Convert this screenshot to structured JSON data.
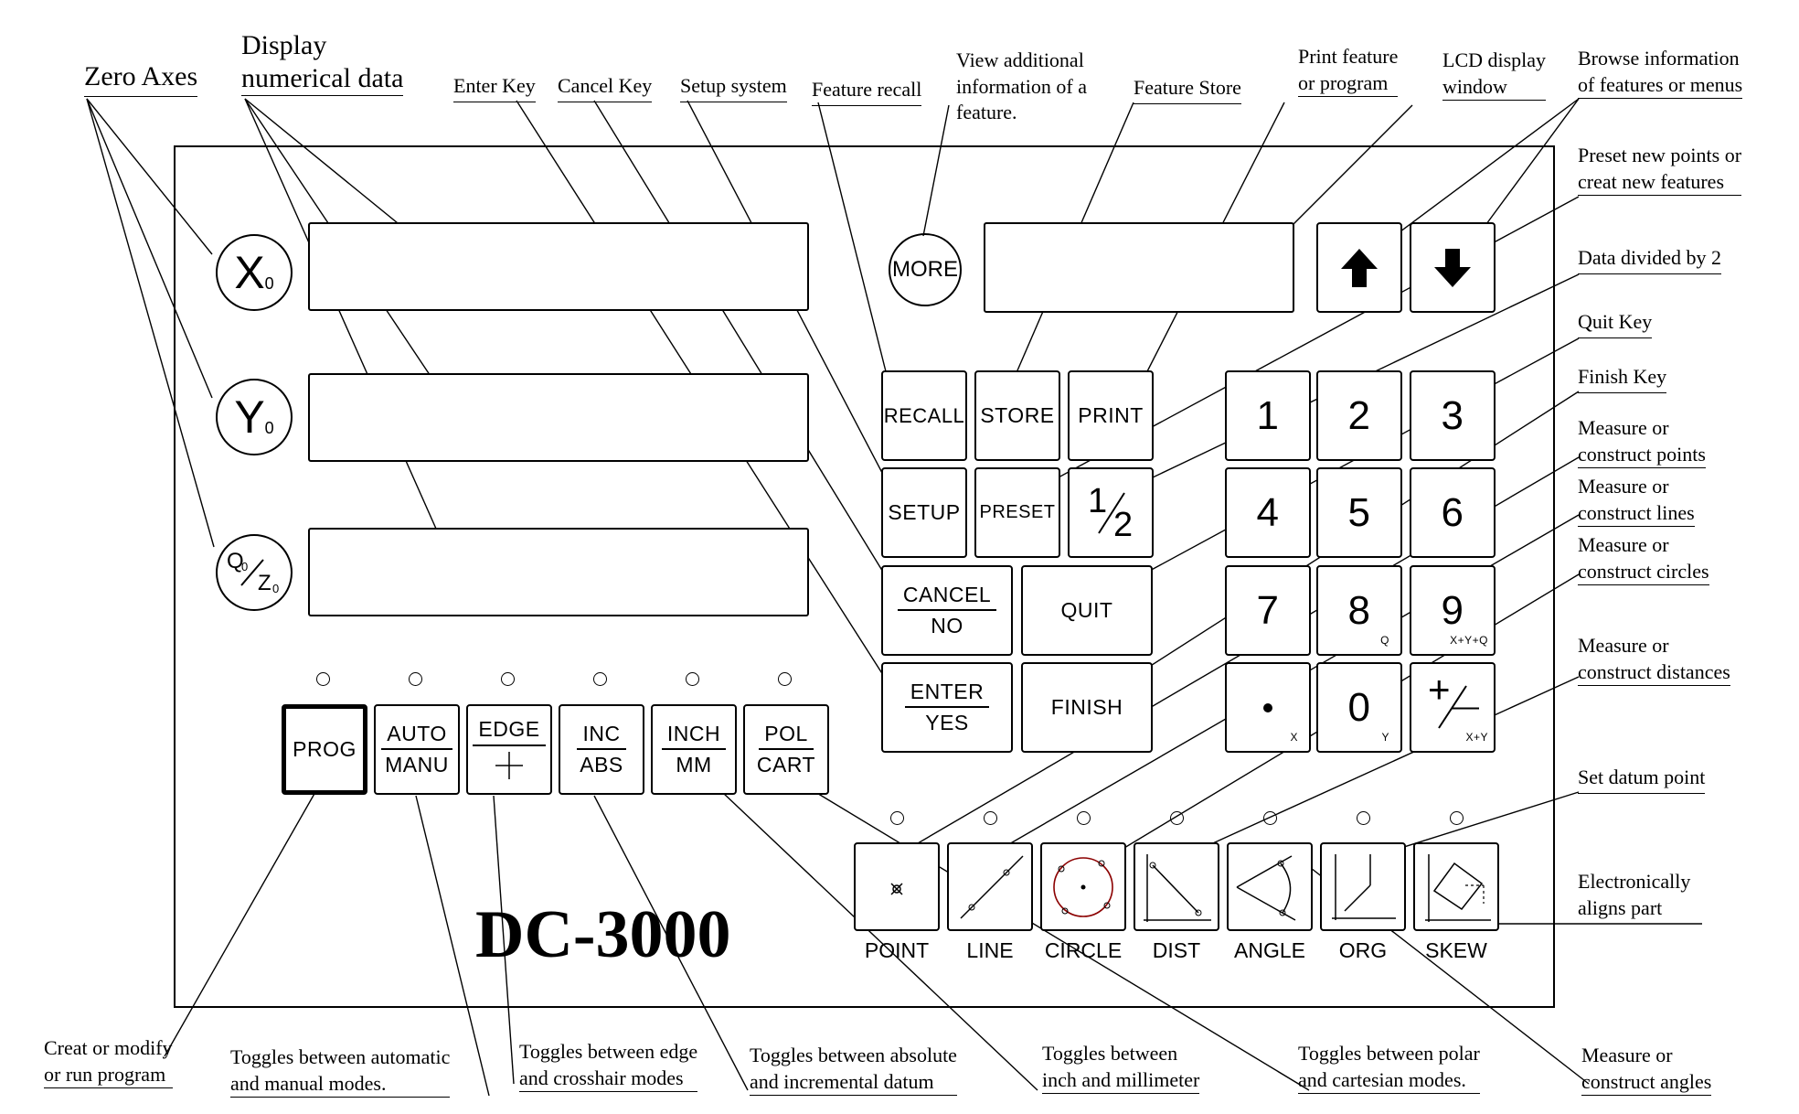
{
  "brand": "DC-3000",
  "display_keys": {
    "more": "MORE",
    "zero_x": {
      "main": "X",
      "sub": "0"
    },
    "zero_y": {
      "main": "Y",
      "sub": "0"
    },
    "zero_qz": {
      "top": "Q",
      "top_sub": "0",
      "bottom": "Z",
      "bottom_sub": "0"
    }
  },
  "function_keys": {
    "recall": "RECALL",
    "store": "STORE",
    "print": "PRINT",
    "setup": "SETUP",
    "preset": "PRESET",
    "half_num": "1",
    "half_den": "2",
    "cancel_top": "CANCEL",
    "cancel_bot": "NO",
    "quit": "QUIT",
    "enter_top": "ENTER",
    "enter_bot": "YES",
    "finish": "FINISH"
  },
  "numpad": {
    "digits": [
      "1",
      "2",
      "3",
      "4",
      "5",
      "6",
      "7",
      "8",
      "9"
    ],
    "zero": "0",
    "sub_8": "Q",
    "sub_9": "X+Y+Q",
    "sub_dot": "X",
    "sub_0": "Y",
    "sub_pm": "X+Y",
    "plus": "+",
    "minus": "—"
  },
  "mode_keys": {
    "prog": "PROG",
    "auto_top": "AUTO",
    "auto_bot": "MANU",
    "edge_top": "EDGE",
    "inc_top": "INC",
    "inc_bot": "ABS",
    "inch_top": "INCH",
    "inch_bot": "MM",
    "pol_top": "POL",
    "pol_bot": "CART"
  },
  "feature_labels": {
    "point": "POINT",
    "line": "LINE",
    "circle": "CIRCLE",
    "dist": "DIST",
    "angle": "ANGLE",
    "org": "ORG",
    "skew": "SKEW"
  },
  "annotations": {
    "zero_axes": "Zero Axes",
    "display_1": "Display",
    "display_2": "numerical data",
    "enter_key": "Enter Key",
    "cancel_key": "Cancel Key",
    "setup_system": "Setup system",
    "feature_recall": "Feature recall",
    "view_1": "View additional",
    "view_2": "information of a",
    "view_3": "feature.",
    "feature_store": "Feature Store",
    "print_1": "Print feature",
    "print_2": "or program",
    "lcd_1": "LCD display",
    "lcd_2": "window",
    "browse_1": "Browse information",
    "browse_2": "of features or menus",
    "preset_1": "Preset new points or",
    "preset_2": "creat new features",
    "divided": "Data divided by 2",
    "quit_key": "Quit Key",
    "finish_key": "Finish Key",
    "points_1": "Measure or",
    "points_2": "construct points",
    "lines_1": "Measure or",
    "lines_2": "construct lines",
    "circles_1": "Measure or",
    "circles_2": "construct circles",
    "dist_1": "Measure or",
    "dist_2": "construct distances",
    "datum": "Set datum point",
    "skew_1": "Electronically",
    "skew_2": "aligns part",
    "prog_1": "Creat or modify",
    "prog_2": "or run program",
    "auto_1": "Toggles between automatic",
    "auto_2": "and manual modes.",
    "edge_1": "Toggles between edge",
    "edge_2": "and crosshair modes",
    "inc_1": "Toggles between absolute",
    "inc_2": "and incremental datum",
    "inch_1": "Toggles between",
    "inch_2": "inch and millimeter",
    "pol_1": "Toggles between polar",
    "pol_2": "and cartesian modes.",
    "angle_1": "Measure or",
    "angle_2": "construct angles"
  }
}
